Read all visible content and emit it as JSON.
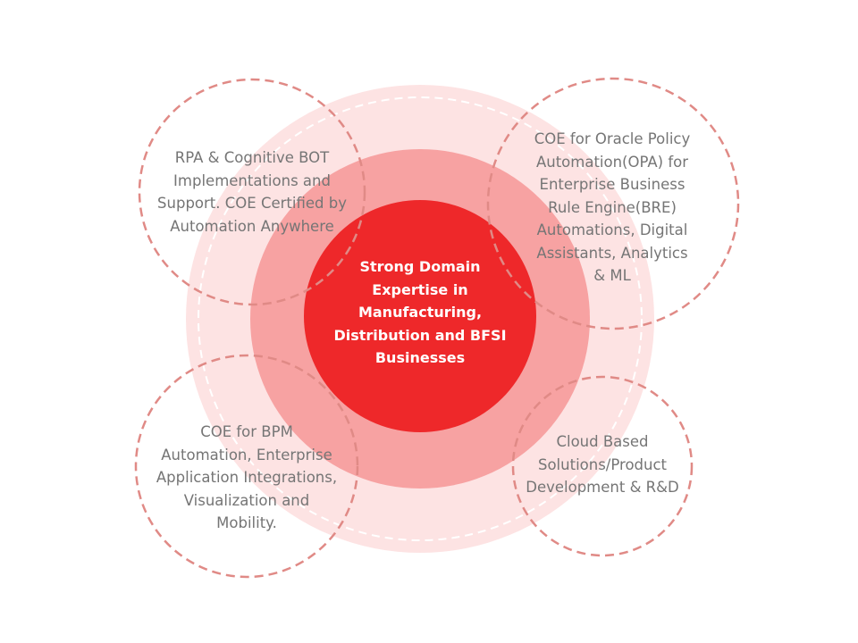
{
  "center": {
    "lines": [
      "Strong Domain",
      "Expertise in",
      "Manufacturing,",
      "Distribution and BFSI",
      "Businesses"
    ]
  },
  "satellites": {
    "top_left": {
      "lines": [
        "RPA & Cognitive BOT",
        "Implementations and",
        "Support. COE Certified by",
        "Automation Anywhere"
      ]
    },
    "top_right": {
      "lines": [
        "COE for Oracle Policy",
        "Automation(OPA) for",
        "Enterprise Business",
        "Rule Engine(BRE)",
        "Automations, Digital",
        "Assistants, Analytics",
        "& ML"
      ]
    },
    "bottom_left": {
      "lines": [
        "COE for BPM",
        "Automation, Enterprise",
        "Application Integrations,",
        "Visualization and",
        "Mobility."
      ]
    },
    "bottom_right": {
      "lines": [
        "Cloud Based",
        "Solutions/Product",
        "Development & R&D"
      ]
    }
  },
  "colors": {
    "outer_ring": "#fde3e3",
    "middle_ring": "#f7a2a2",
    "core": "#ee282a",
    "dashed_outline": "#e08a86",
    "inner_dashed": "#ffffff",
    "satellite_text": "#757575",
    "core_text": "#ffffff"
  }
}
